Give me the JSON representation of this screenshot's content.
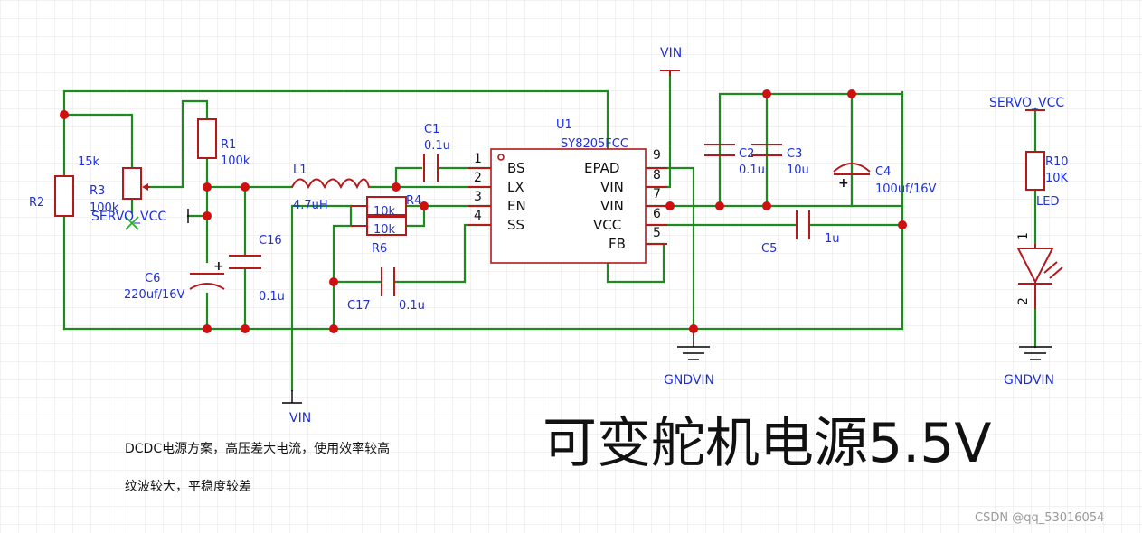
{
  "title": "可变舵机电源5.5V",
  "notes": [
    "DCDC电源方案，高压差大电流，使用效率较高",
    "纹波较大，平稳度较差"
  ],
  "watermark": "CSDN @qq_53016054",
  "colors": {
    "wire": "#1f8a1f",
    "part": "#b4191c",
    "label": "#1e2fd8",
    "junction": "#d01010",
    "grid": "#e6e6e6"
  },
  "ic": {
    "ref": "U1",
    "part": "SY8205FCC",
    "left_pins": [
      {
        "no": "1",
        "name": "BS"
      },
      {
        "no": "2",
        "name": "LX"
      },
      {
        "no": "3",
        "name": "EN"
      },
      {
        "no": "4",
        "name": "SS"
      }
    ],
    "right_pins": [
      {
        "no": "9",
        "name": "EPAD"
      },
      {
        "no": "8",
        "name": "VIN"
      },
      {
        "no": "7",
        "name": "VIN"
      },
      {
        "no": "6",
        "name": "VCC"
      },
      {
        "no": "5",
        "name": "FB"
      }
    ]
  },
  "components": {
    "R1": {
      "ref": "R1",
      "value": "100k"
    },
    "R2": {
      "ref": "R2",
      "value": "15k"
    },
    "R3": {
      "ref": "R3",
      "value": "100k"
    },
    "R4": {
      "ref": "R4",
      "value": "10k"
    },
    "R6": {
      "ref": "R6",
      "value": "10k"
    },
    "R10": {
      "ref": "R10",
      "value": "10K"
    },
    "L1": {
      "ref": "L1",
      "value": "4.7uH"
    },
    "C1": {
      "ref": "C1",
      "value": "0.1u"
    },
    "C2": {
      "ref": "C2",
      "value": "0.1u"
    },
    "C3": {
      "ref": "C3",
      "value": "10u"
    },
    "C4": {
      "ref": "C4",
      "value": "100uf/16V"
    },
    "C5": {
      "ref": "C5",
      "value": "1u"
    },
    "C6": {
      "ref": "C6",
      "value": "220uf/16V"
    },
    "C16": {
      "ref": "C16",
      "value": "0.1u"
    },
    "C17": {
      "ref": "C17",
      "value": "0.1u"
    },
    "LED": {
      "ref": "LED",
      "pin1": "1",
      "pin2": "2"
    }
  },
  "nets": {
    "vin_top": "VIN",
    "vin_bottom": "VIN",
    "servo_vcc_left": "SERVO_VCC",
    "servo_vcc_right": "SERVO_VCC",
    "gnd_main": "GNDVIN",
    "gnd_led": "GNDVIN",
    "polarity_plus": "+"
  }
}
